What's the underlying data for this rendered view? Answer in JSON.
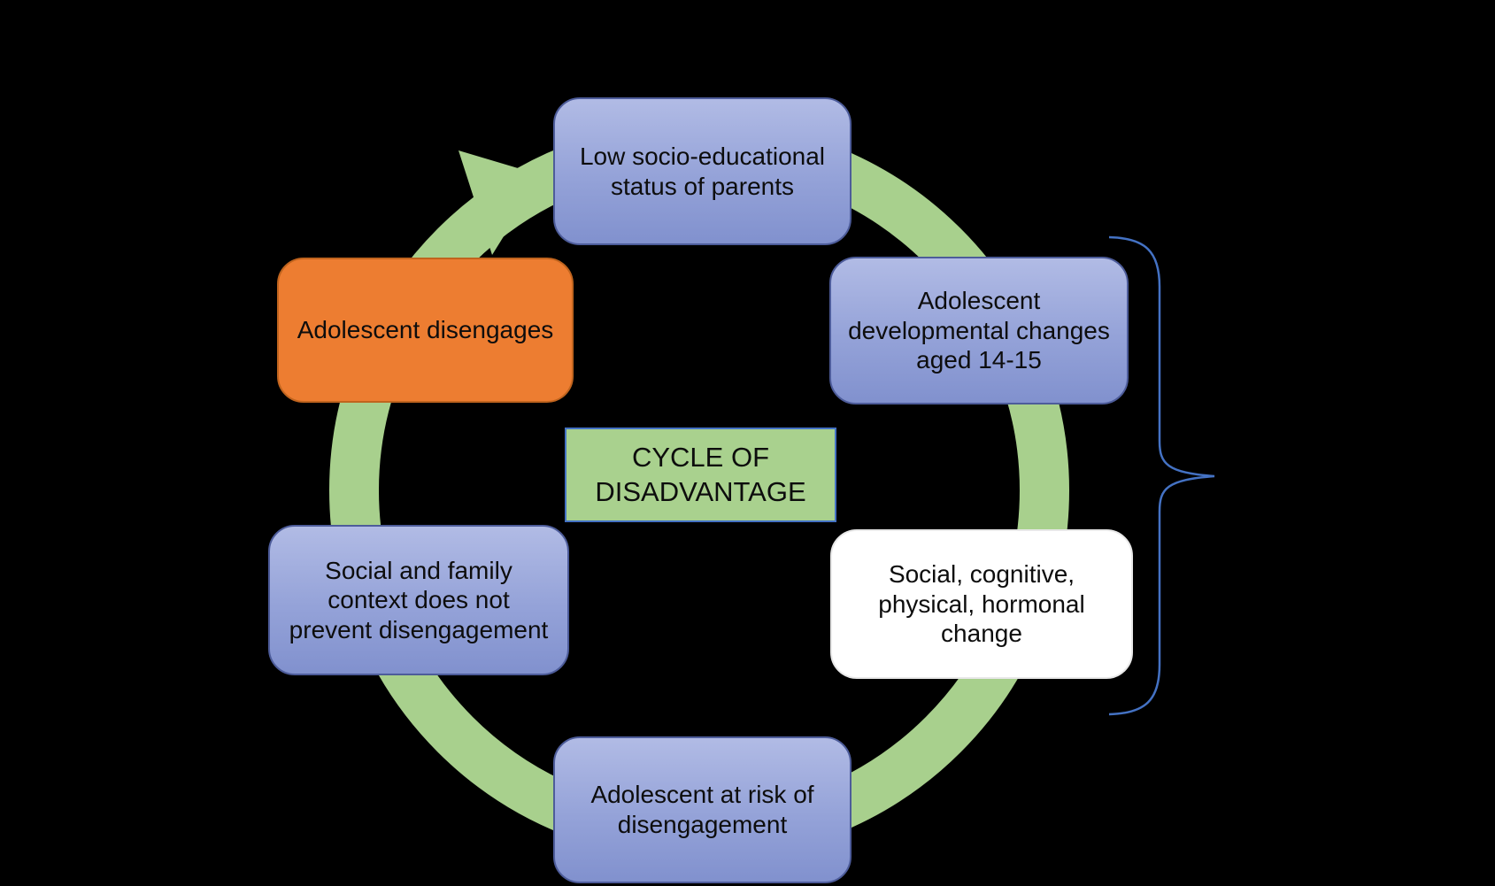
{
  "figure": {
    "background_color": "#000000",
    "center_box": {
      "lines": [
        "CYCLE OF",
        "DISADVANTAGE"
      ],
      "fill": "#A9D18E",
      "border_color": "#4472C4"
    },
    "nodes": {
      "top": {
        "lines": [
          "Low socio-educational",
          "status of parents"
        ],
        "fill": "blue-gradient"
      },
      "right_upper": {
        "lines": [
          "Adolescent",
          "developmental changes",
          "aged 14-15"
        ],
        "fill": "blue-gradient"
      },
      "right_lower": {
        "lines": [
          "Social, cognitive,",
          "physical, hormonal",
          "change"
        ],
        "fill": "white"
      },
      "bottom": {
        "lines": [
          "Adolescent at risk of",
          "disengagement"
        ],
        "fill": "blue-gradient"
      },
      "left_lower": {
        "lines": [
          "Social and family",
          "context does not",
          "prevent disengagement"
        ],
        "fill": "blue-gradient"
      },
      "left_upper": {
        "lines": [
          "Adolescent disengages"
        ],
        "fill": "orange"
      }
    },
    "cycle_arrow": {
      "color": "#A8D08D",
      "direction": "clockwise",
      "arrowhead_position": "top-left"
    },
    "brace": {
      "color": "#4472C4",
      "side": "right",
      "spans": [
        "right_upper",
        "right_lower"
      ]
    },
    "colors": {
      "node_blue_top": "#B1BBE5",
      "node_blue_bottom": "#8191CE",
      "node_orange": "#ED7D31",
      "node_white": "#FFFFFF",
      "text": "#0D0D0D"
    }
  }
}
